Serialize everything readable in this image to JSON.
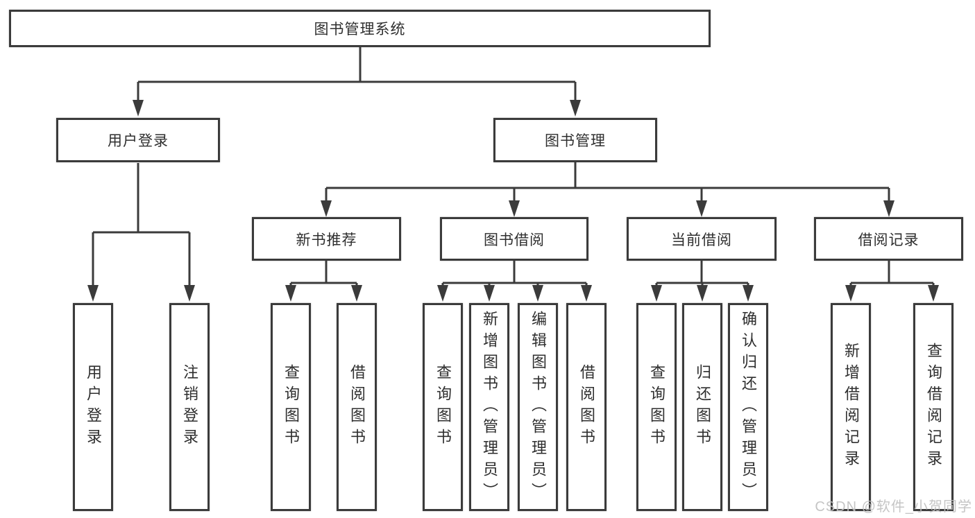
{
  "diagram": {
    "type": "hierarchy",
    "root": {
      "label": "图书管理系统"
    },
    "level2": [
      {
        "label": "用户登录"
      },
      {
        "label": "图书管理"
      }
    ],
    "level3": [
      {
        "label": "新书推荐",
        "parent": "图书管理"
      },
      {
        "label": "图书借阅",
        "parent": "图书管理"
      },
      {
        "label": "当前借阅",
        "parent": "图书管理"
      },
      {
        "label": "借阅记录",
        "parent": "图书管理"
      }
    ],
    "leaves": [
      {
        "label": "用户登录",
        "parent": "用户登录"
      },
      {
        "label": "注销登录",
        "parent": "用户登录"
      },
      {
        "label": "查询图书",
        "parent": "新书推荐"
      },
      {
        "label": "借阅图书",
        "parent": "新书推荐"
      },
      {
        "label": "查询图书",
        "parent": "图书借阅"
      },
      {
        "label": "新增图书（管理员）",
        "parent": "图书借阅"
      },
      {
        "label": "编辑图书（管理员）",
        "parent": "图书借阅"
      },
      {
        "label": "借阅图书",
        "parent": "图书借阅"
      },
      {
        "label": "查询图书",
        "parent": "当前借阅"
      },
      {
        "label": "归还图书",
        "parent": "当前借阅"
      },
      {
        "label": "确认归还（管理员）",
        "parent": "当前借阅"
      },
      {
        "label": "新增借阅记录",
        "parent": "借阅记录"
      },
      {
        "label": "查询借阅记录",
        "parent": "借阅记录"
      }
    ],
    "watermark": "CSDN @软件_小贺同学",
    "colors": {
      "line": "#3b3b3b",
      "text": "#2e2e2e",
      "background": "#ffffff",
      "watermark": "#c0c0c0"
    }
  }
}
